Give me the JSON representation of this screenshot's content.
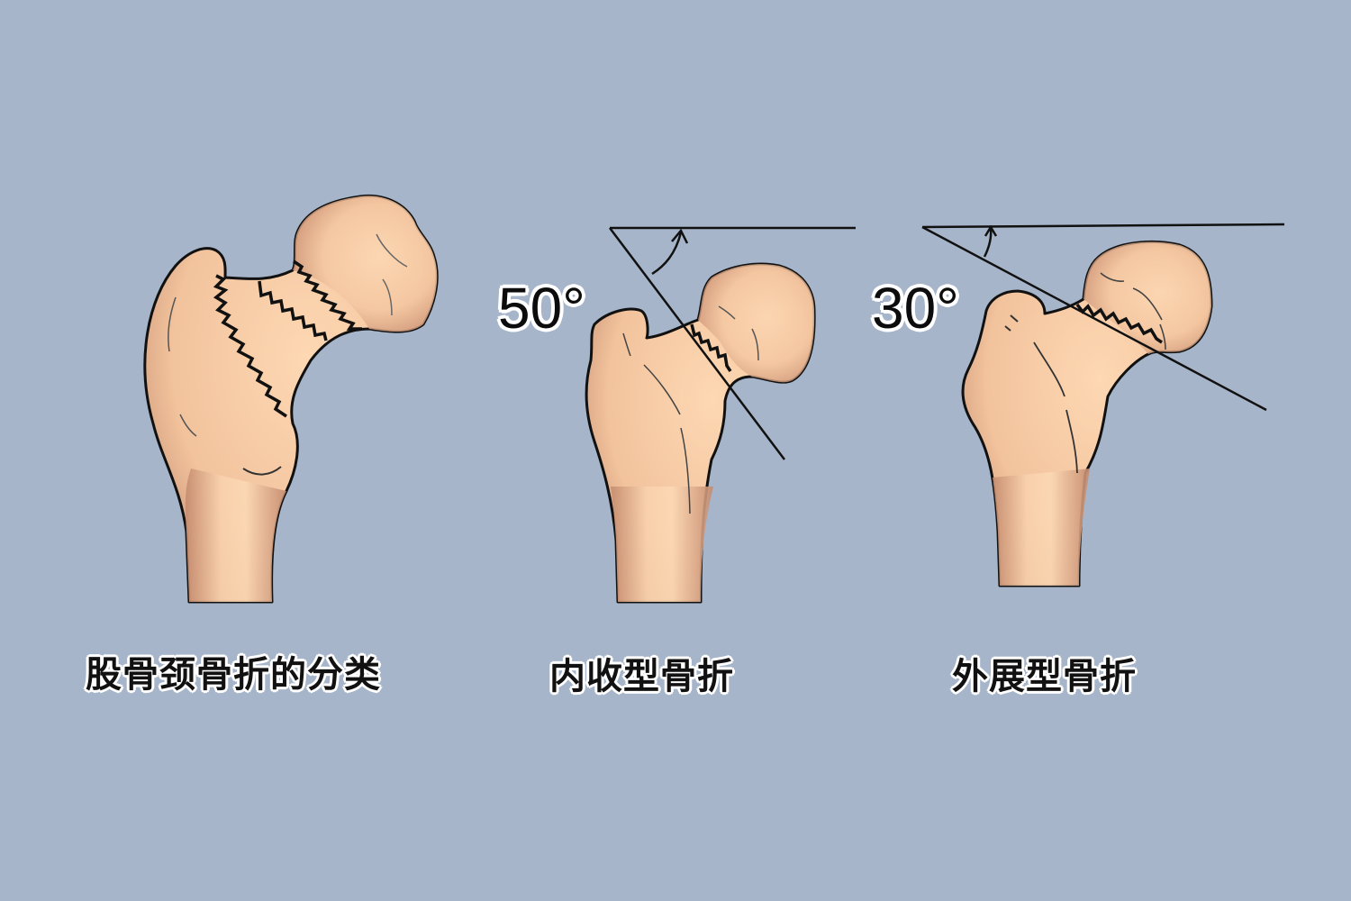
{
  "figure": {
    "background_color": "#a6b5c9",
    "bone_color_light": "#fcd6b0",
    "bone_color_shadow": "#c48a6e",
    "outline_color": "#111111"
  },
  "panels": [
    {
      "id": "classification",
      "caption": "股骨颈骨折的分类",
      "description": "Proximal femur showing three fracture line levels across the femoral neck"
    },
    {
      "id": "adduction",
      "caption": "内收型骨折",
      "angle_label": "50°",
      "description": "Adduction-type fracture; fracture line steep relative to horizontal"
    },
    {
      "id": "abduction",
      "caption": "外展型骨折",
      "angle_label": "30°",
      "description": "Abduction-type fracture; fracture line shallow relative to horizontal"
    }
  ]
}
